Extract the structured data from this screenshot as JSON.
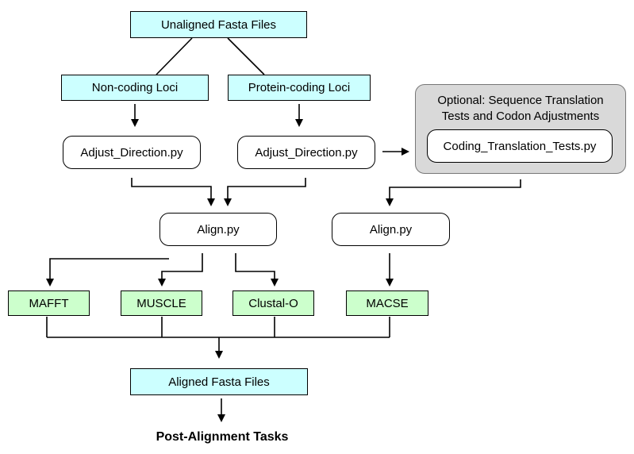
{
  "nodes": {
    "unaligned": "Unaligned Fasta Files",
    "noncoding": "Non-coding Loci",
    "proteincoding": "Protein-coding Loci",
    "adjust_left": "Adjust_Direction.py",
    "adjust_right": "Adjust_Direction.py",
    "optional_title_line1": "Optional: Sequence Translation",
    "optional_title_line2": "Tests and Codon Adjustments",
    "coding_tests": "Coding_Translation_Tests.py",
    "align_left": "Align.py",
    "align_right": "Align.py",
    "mafft": "MAFFT",
    "muscle": "MUSCLE",
    "clustal": "Clustal-O",
    "macse": "MACSE",
    "aligned": "Aligned Fasta Files",
    "post": "Post-Alignment Tasks"
  },
  "colors": {
    "input_box": "#ccffff",
    "aligner_box": "#ccffcc",
    "optional_panel": "#d9d9d9"
  }
}
